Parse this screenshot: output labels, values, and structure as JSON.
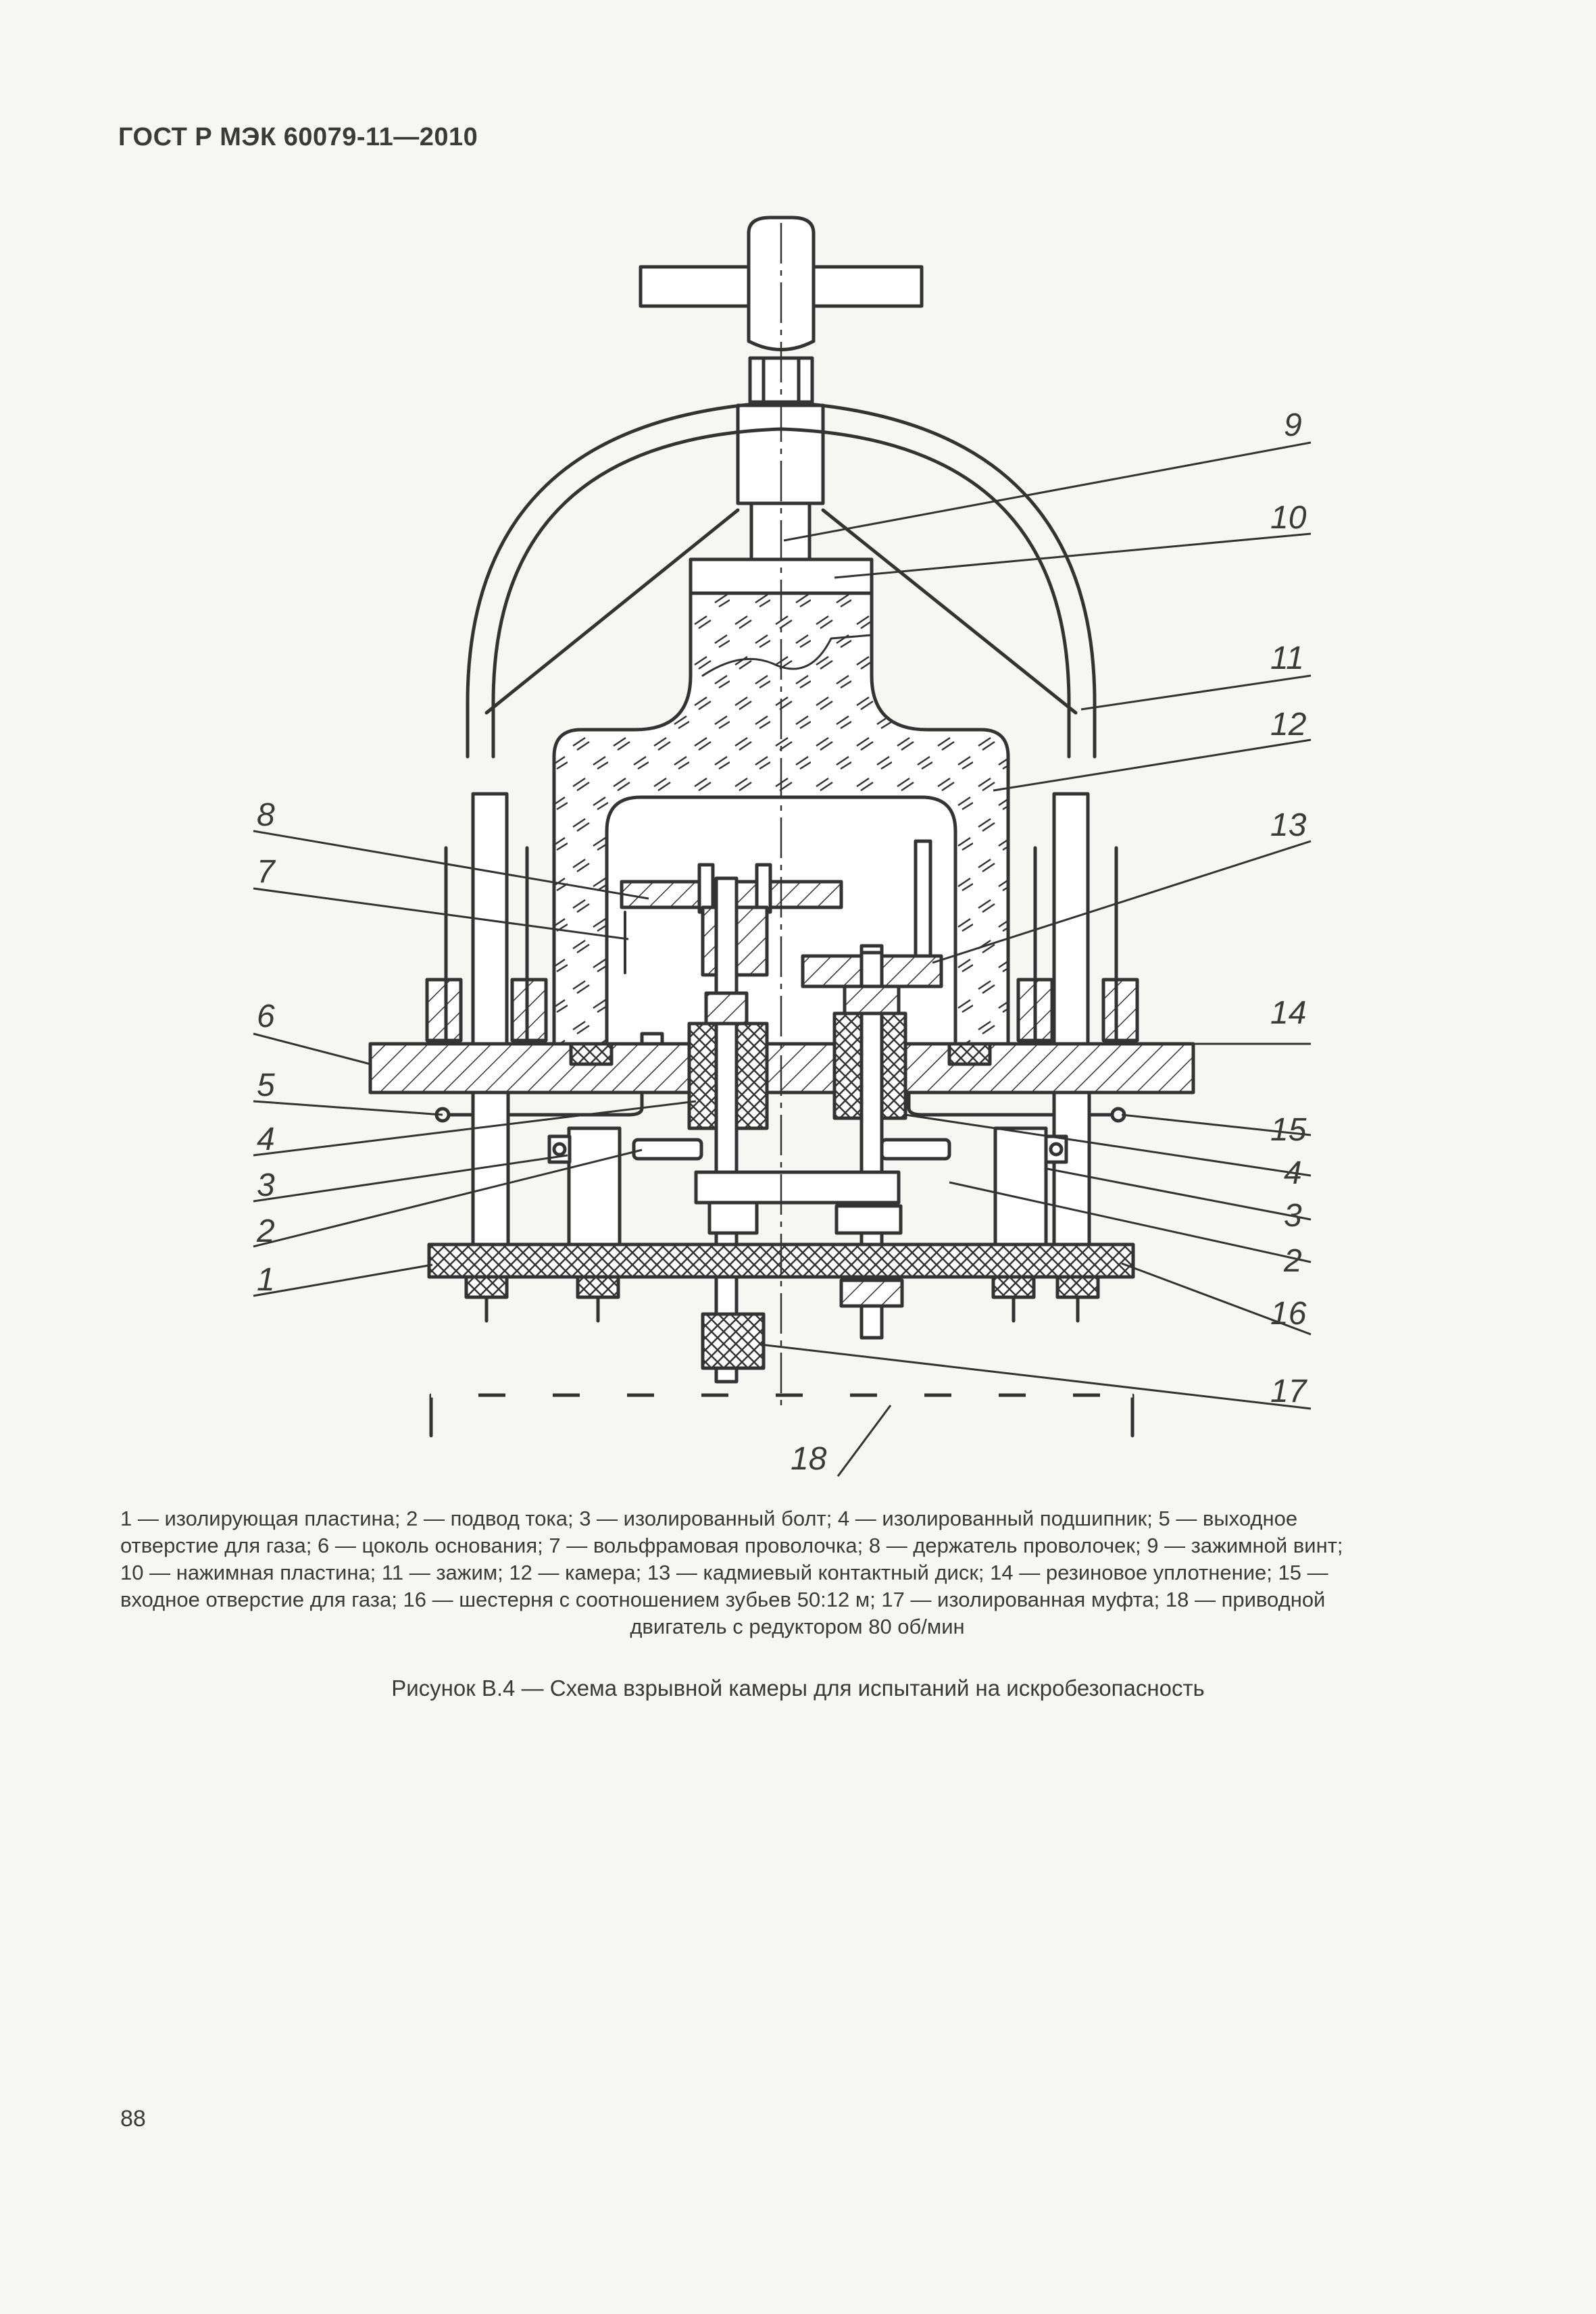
{
  "header": {
    "standard": "ГОСТ Р МЭК 60079-11—2010"
  },
  "figure": {
    "callouts": [
      "9",
      "10",
      "11",
      "12",
      "13",
      "8",
      "7",
      "6",
      "14",
      "5",
      "15",
      "4",
      "4",
      "3",
      "3",
      "2",
      "2",
      "1",
      "16",
      "17",
      "18"
    ]
  },
  "legend": {
    "lines": [
      "1 — изолирующая пластина; 2 — подвод тока; 3 — изолированный болт; 4 — изолированный подшипник; 5 — выходное",
      "отверстие для газа; 6 — цоколь основания; 7 — вольфрамовая проволочка; 8 — держатель проволочек; 9 — зажимной винт;",
      "10 — нажимная пластина; 11 — зажим; 12 — камера; 13 — кадмиевый контактный диск; 14 — резиновое уплотнение; 15 —",
      "входное отверстие для газа; 16 — шестерня с соотношением зубьев 50:12 м;  17 — изолированная муфта; 18 — приводной",
      "двигатель с редуктором 80 об/мин"
    ]
  },
  "caption": "Рисунок В.4 — Схема взрывной камеры для испытаний на искробезопасность",
  "page_number": "88",
  "colors": {
    "ink": "#333333",
    "paper": "#f6f6f4"
  }
}
